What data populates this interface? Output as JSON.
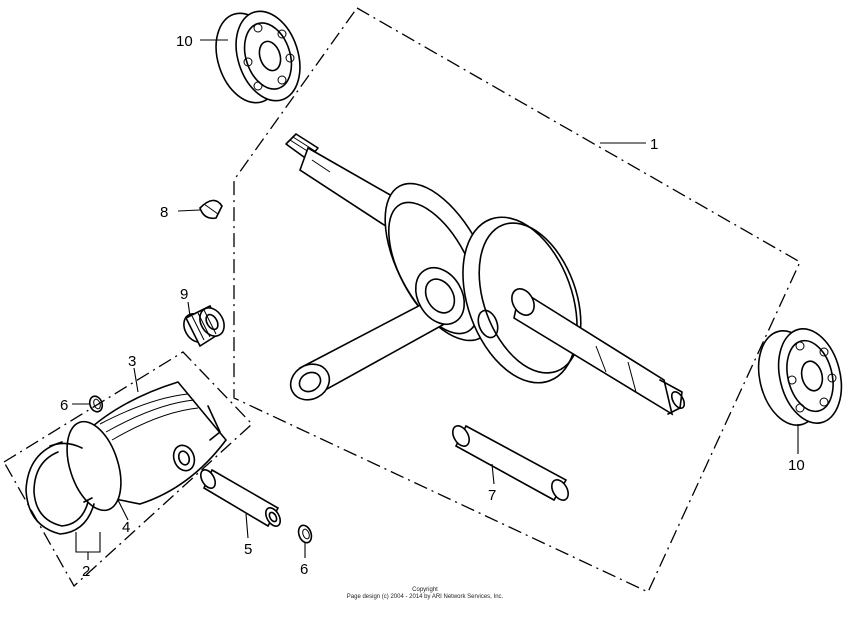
{
  "callouts": {
    "p1": "1",
    "p2": "2",
    "p3": "3",
    "p4": "4",
    "p5": "5",
    "p6a": "6",
    "p6b": "6",
    "p7": "7",
    "p8": "8",
    "p9": "9",
    "p10a": "10",
    "p10b": "10"
  },
  "copyright": {
    "line1": "Copyright",
    "line2": "Page design (c) 2004 - 2014 by ARI Network Services, Inc."
  }
}
